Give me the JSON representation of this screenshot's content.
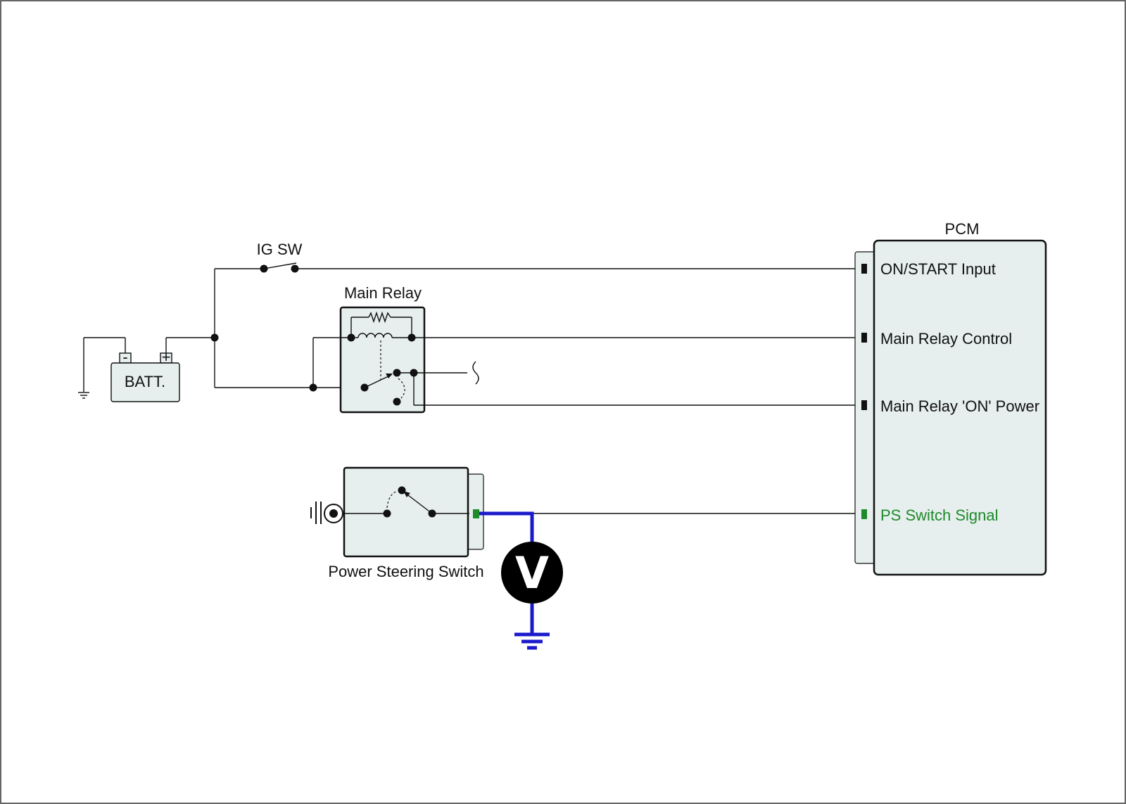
{
  "labels": {
    "ig_sw": "IG SW",
    "main_relay": "Main Relay",
    "battery": "BATT.",
    "battery_neg": "-",
    "battery_pos": "+",
    "pcm": "PCM",
    "ps_switch": "Power Steering Switch",
    "voltmeter": "V"
  },
  "pcm_pins": [
    {
      "label": "ON/START Input"
    },
    {
      "label": "Main Relay Control"
    },
    {
      "label": "Main Relay 'ON' Power"
    },
    {
      "label": "PS Switch Signal"
    }
  ],
  "colors": {
    "measurement_wire": "#1a1acc",
    "highlight_pin": "#1e8a2a",
    "component_fill": "#e6eeee"
  },
  "icons": {
    "ground": "ground-icon",
    "meter": "voltmeter-icon"
  }
}
